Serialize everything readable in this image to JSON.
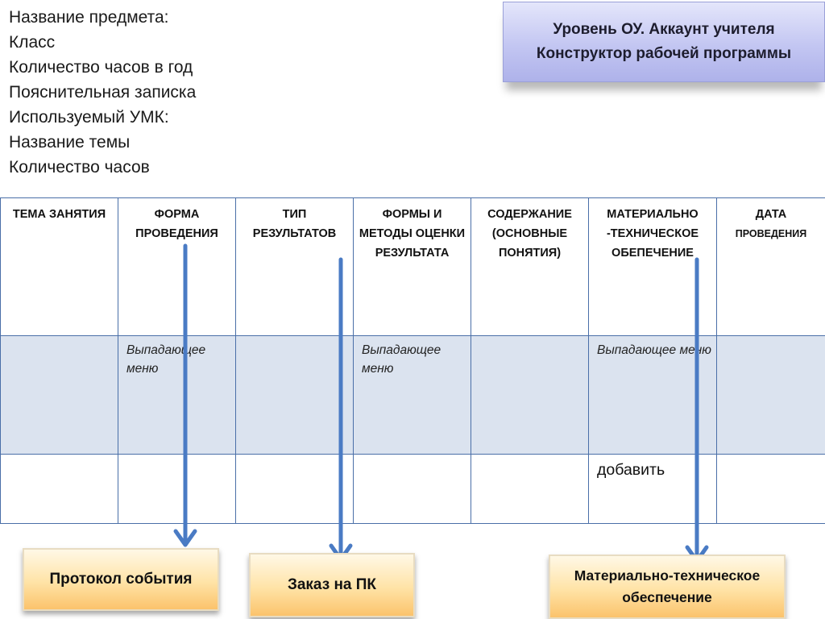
{
  "fields": [
    "Название предмета:",
    "Класс",
    "Количество часов в год",
    "Пояснительная записка",
    "Используемый УМК:",
    "Название темы",
    "Количество часов"
  ],
  "header": {
    "line1": "Уровень ОУ. Аккаунт учителя",
    "line2": "Конструктор рабочей программы"
  },
  "table": {
    "columns": [
      "ТЕМА ЗАНЯТИЯ",
      "ФОРМА ПРОВЕДЕНИЯ",
      "ТИП РЕЗУЛЬТАТОВ",
      "ФОРМЫ И МЕТОДЫ ОЦЕНКИ РЕЗУЛЬТАТА",
      "СОДЕРЖАНИЕ (ОСНОВНЫЕ ПОНЯТИЯ)",
      "МАТЕРИАЛЬНО -ТЕХНИЧЕСКОЕ ОБЕПЕЧЕНИЕ",
      "ДАТА"
    ],
    "last_column_sub": "ПРОВЕДЕНИЯ",
    "dropdown_label": "Выпадающее меню",
    "add_label": "добавить"
  },
  "targets": {
    "protocol": "Протокол события",
    "order": "Заказ на ПК",
    "mte_line1": "Материально-техническое",
    "mte_line2": "обеспечение"
  },
  "colors": {
    "table_border": "#4a6fa8",
    "row_fill": "#dbe3ef",
    "arrow": "#4a7bc4",
    "header_fill": "#c3c6f2",
    "target_fill": "#ffe3a6"
  }
}
